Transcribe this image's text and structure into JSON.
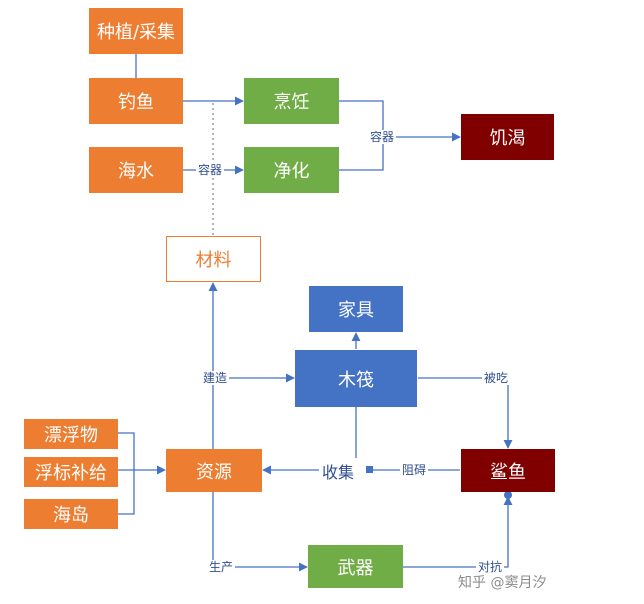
{
  "nodes": {
    "planting": "种植/采集",
    "fishing": "钓鱼",
    "seawater": "海水",
    "cooking": "烹饪",
    "purify": "净化",
    "hunger": "饥渴",
    "materials": "材料",
    "furniture": "家具",
    "raft": "木筏",
    "drift": "漂浮物",
    "buoy": "浮标补给",
    "island": "海岛",
    "resources": "资源",
    "shark": "鲨鱼",
    "weapon": "武器"
  },
  "labels": {
    "container1": "容器",
    "container2": "容器",
    "build": "建造",
    "eaten": "被吃",
    "collect": "收集",
    "block": "阻碍",
    "produce": "生产",
    "fight": "对抗"
  },
  "watermark": "知乎 @窦月汐",
  "colors": {
    "orange": "#ED7D31",
    "green": "#70AD47",
    "blue": "#4472C4",
    "dark_red": "#800000",
    "line": "#4472C4"
  }
}
